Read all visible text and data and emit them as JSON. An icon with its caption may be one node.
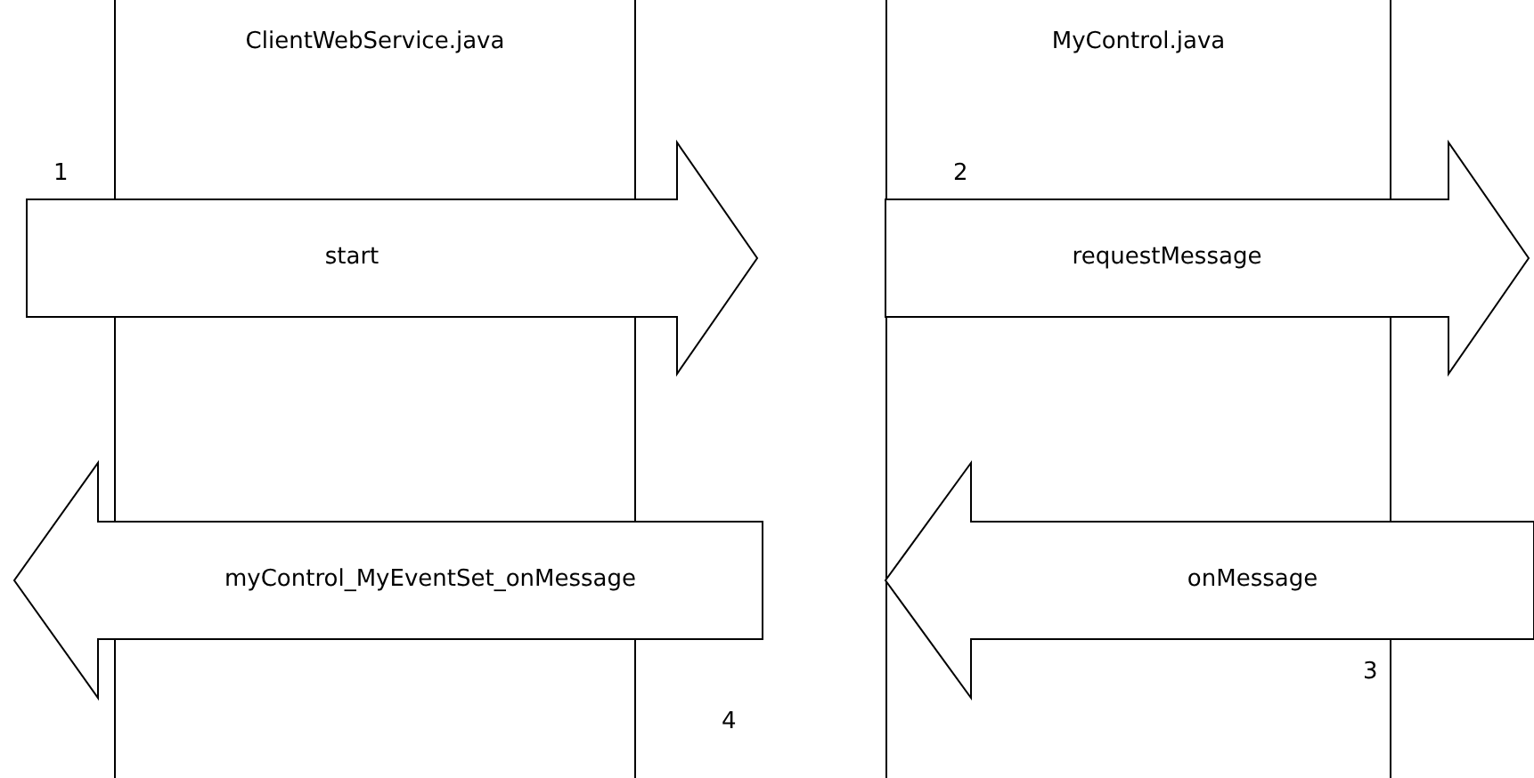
{
  "diagram": {
    "nodes": [
      {
        "text": [
          "ClientWebService.java"
        ]
      },
      {
        "text": [
          "MyControl.java"
        ]
      },
      {
        "text": [
          "start"
        ]
      },
      {
        "text": [
          "requestMessage"
        ]
      },
      {
        "text": [
          "myControl_MyEventSet_onMessage"
        ]
      },
      {
        "text": [
          "onMessage"
        ]
      }
    ],
    "labels": [
      "1",
      "2",
      "3",
      "4"
    ]
  }
}
